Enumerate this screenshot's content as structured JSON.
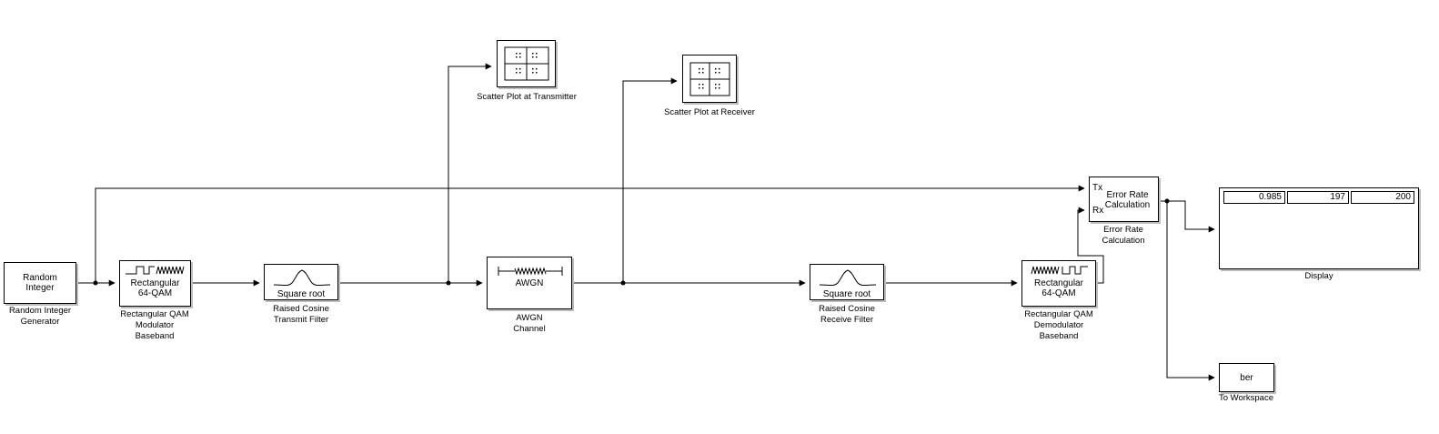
{
  "blocks": {
    "random_integer": {
      "text": [
        "Random",
        "Integer"
      ],
      "label": [
        "Random Integer",
        "Generator"
      ]
    },
    "qam_mod": {
      "text": [
        "Rectangular",
        "64-QAM"
      ],
      "label": [
        "Rectangular QAM",
        "Modulator",
        "Baseband"
      ]
    },
    "tx_filter": {
      "text": "Square root",
      "label": [
        "Raised Cosine",
        "Transmit Filter"
      ]
    },
    "scatter_tx": {
      "label": "Scatter Plot at Transmitter"
    },
    "awgn": {
      "text": "AWGN",
      "label": [
        "AWGN",
        "Channel"
      ]
    },
    "scatter_rx": {
      "label": "Scatter Plot at Receiver"
    },
    "rx_filter": {
      "text": "Square root",
      "label": [
        "Raised Cosine",
        "Receive Filter"
      ]
    },
    "qam_demod": {
      "text": [
        "Rectangular",
        "64-QAM"
      ],
      "label": [
        "Rectangular QAM",
        "Demodulator",
        "Baseband"
      ]
    },
    "error_rate": {
      "text": [
        "Error Rate",
        "Calculation"
      ],
      "ports": [
        "Tx",
        "Rx"
      ],
      "label": [
        "Error Rate",
        "Calculation"
      ]
    },
    "display": {
      "values": [
        "0.985",
        "197",
        "200"
      ],
      "label": "Display"
    },
    "to_workspace": {
      "text": "ber",
      "label": "To Workspace"
    }
  },
  "colors": {
    "line": "#000000",
    "shadow": "#bdbdbd",
    "background": "#ffffff"
  }
}
